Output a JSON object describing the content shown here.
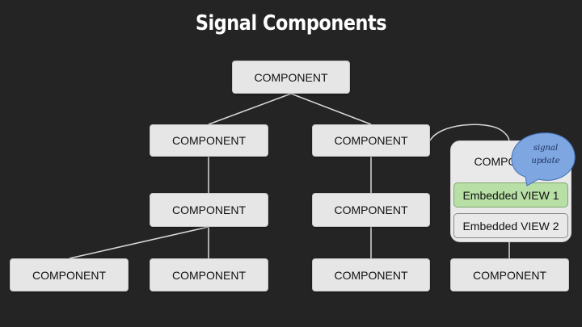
{
  "title": "Signal Components",
  "nodes": {
    "root": "COMPONENT",
    "level1_left": "COMPONENT",
    "level1_right": "COMPONENT",
    "level2_left": "COMPONENT",
    "level2_right": "COMPONENT",
    "leaf_1": "COMPONENT",
    "leaf_2": "COMPONENT",
    "leaf_3": "COMPONENT",
    "leaf_4": "COMPONENT"
  },
  "embedded_group": {
    "label": "COMPONENT",
    "views": [
      "Embedded VIEW 1",
      "Embedded VIEW 2"
    ]
  },
  "callout": {
    "line1": "signal",
    "line2": "update"
  },
  "colors": {
    "background": "#242424",
    "node_fill": "#e6e6e6",
    "embedded_view_1": "#b7dfa6",
    "callout_fill": "#7ea6e0"
  }
}
